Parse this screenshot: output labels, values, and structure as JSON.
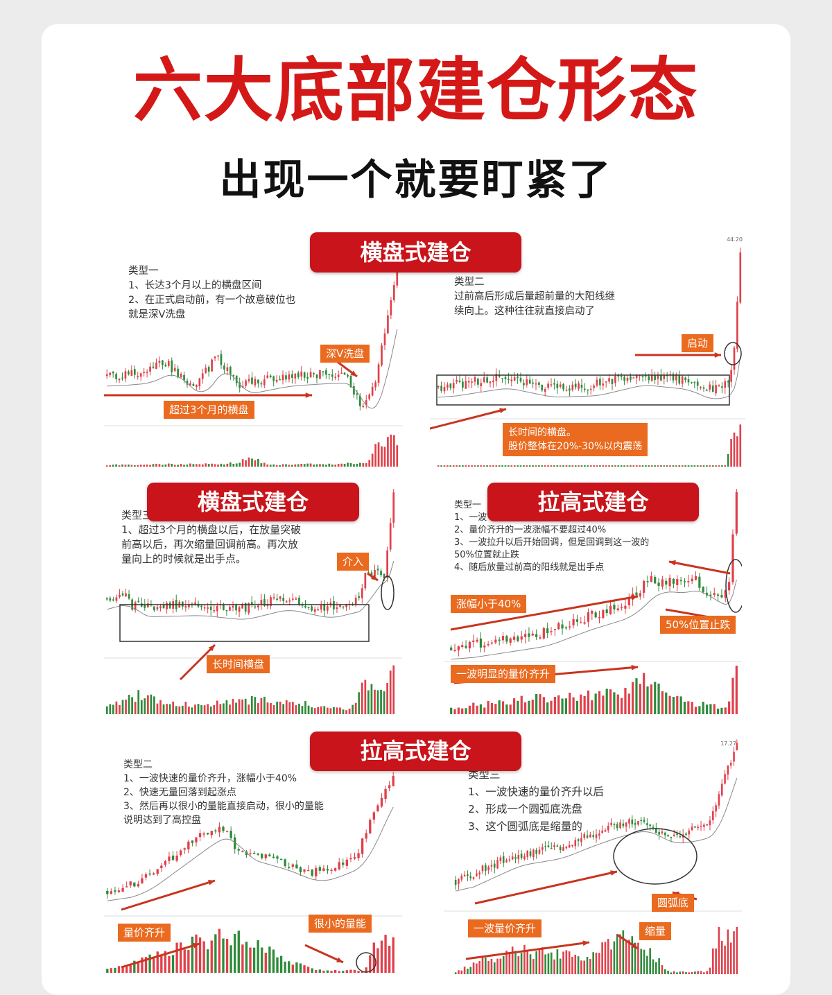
{
  "header": {
    "title": "六大底部建仓形态",
    "subtitle": "出现一个就要盯紧了"
  },
  "banners": [
    "横盘式建仓",
    "横盘式建仓",
    "拉高式建仓",
    "拉高式建仓"
  ],
  "colors": {
    "title_red": "#d41818",
    "banner_red": "#c8141a",
    "tag_orange": "#ea6a1f",
    "up_candle": "#e0404a",
    "down_candle": "#2e8b3a"
  },
  "panels": [
    {
      "type": "类型一",
      "lines": [
        "1、长达3个月以上的横盘区间",
        "2、在正式启动前，有一个故意破位也",
        "就是深V洗盘"
      ],
      "tags": [
        "深V洗盘",
        "超过3个月的横盘"
      ]
    },
    {
      "type": "类型二",
      "lines": [
        "过前高后形成后量超前量的大阳线继",
        "续向上。这种往往就直接启动了"
      ],
      "tags": [
        "启动",
        "长时间的横盘。",
        "股价整体在20%-30%以内震荡"
      ],
      "price_label": "44.20"
    },
    {
      "type": "类型三",
      "lines": [
        "1、超过3个月的横盘以后，在放量突破",
        "前高以后，再次缩量回调前高。再次放",
        "量向上的时候就是出手点。"
      ],
      "tags": [
        "介入",
        "长时间横盘"
      ]
    },
    {
      "type": "类型一",
      "lines": [
        "1、一波",
        "2、量价齐升的一波涨幅不要超过40%",
        "3、一波拉升以后开始回调，但是回调到这一波的",
        "50%位置就止跌",
        "4、随后放量过前高的阳线就是出手点"
      ],
      "tags": [
        "涨幅小于40%",
        "50%位置止跌",
        "一波明显的量价齐升"
      ]
    },
    {
      "type": "类型二",
      "lines": [
        "1、一波快速的量价齐升，涨幅小于40%",
        "2、快速无量回落到起涨点",
        "3、然后再以很小的量能直接启动，很小的量能",
        "说明达到了高控盘"
      ],
      "tags": [
        "量价齐升",
        "很小的量能"
      ]
    },
    {
      "type": "类型三",
      "lines": [
        "1、一波快速的量价齐升以后",
        "2、形成一个圆弧底洗盘",
        "3、这个圆弧底是缩量的"
      ],
      "tags": [
        "圆弧底",
        "一波量价齐升",
        "缩量"
      ],
      "price_label": "17.27"
    }
  ]
}
